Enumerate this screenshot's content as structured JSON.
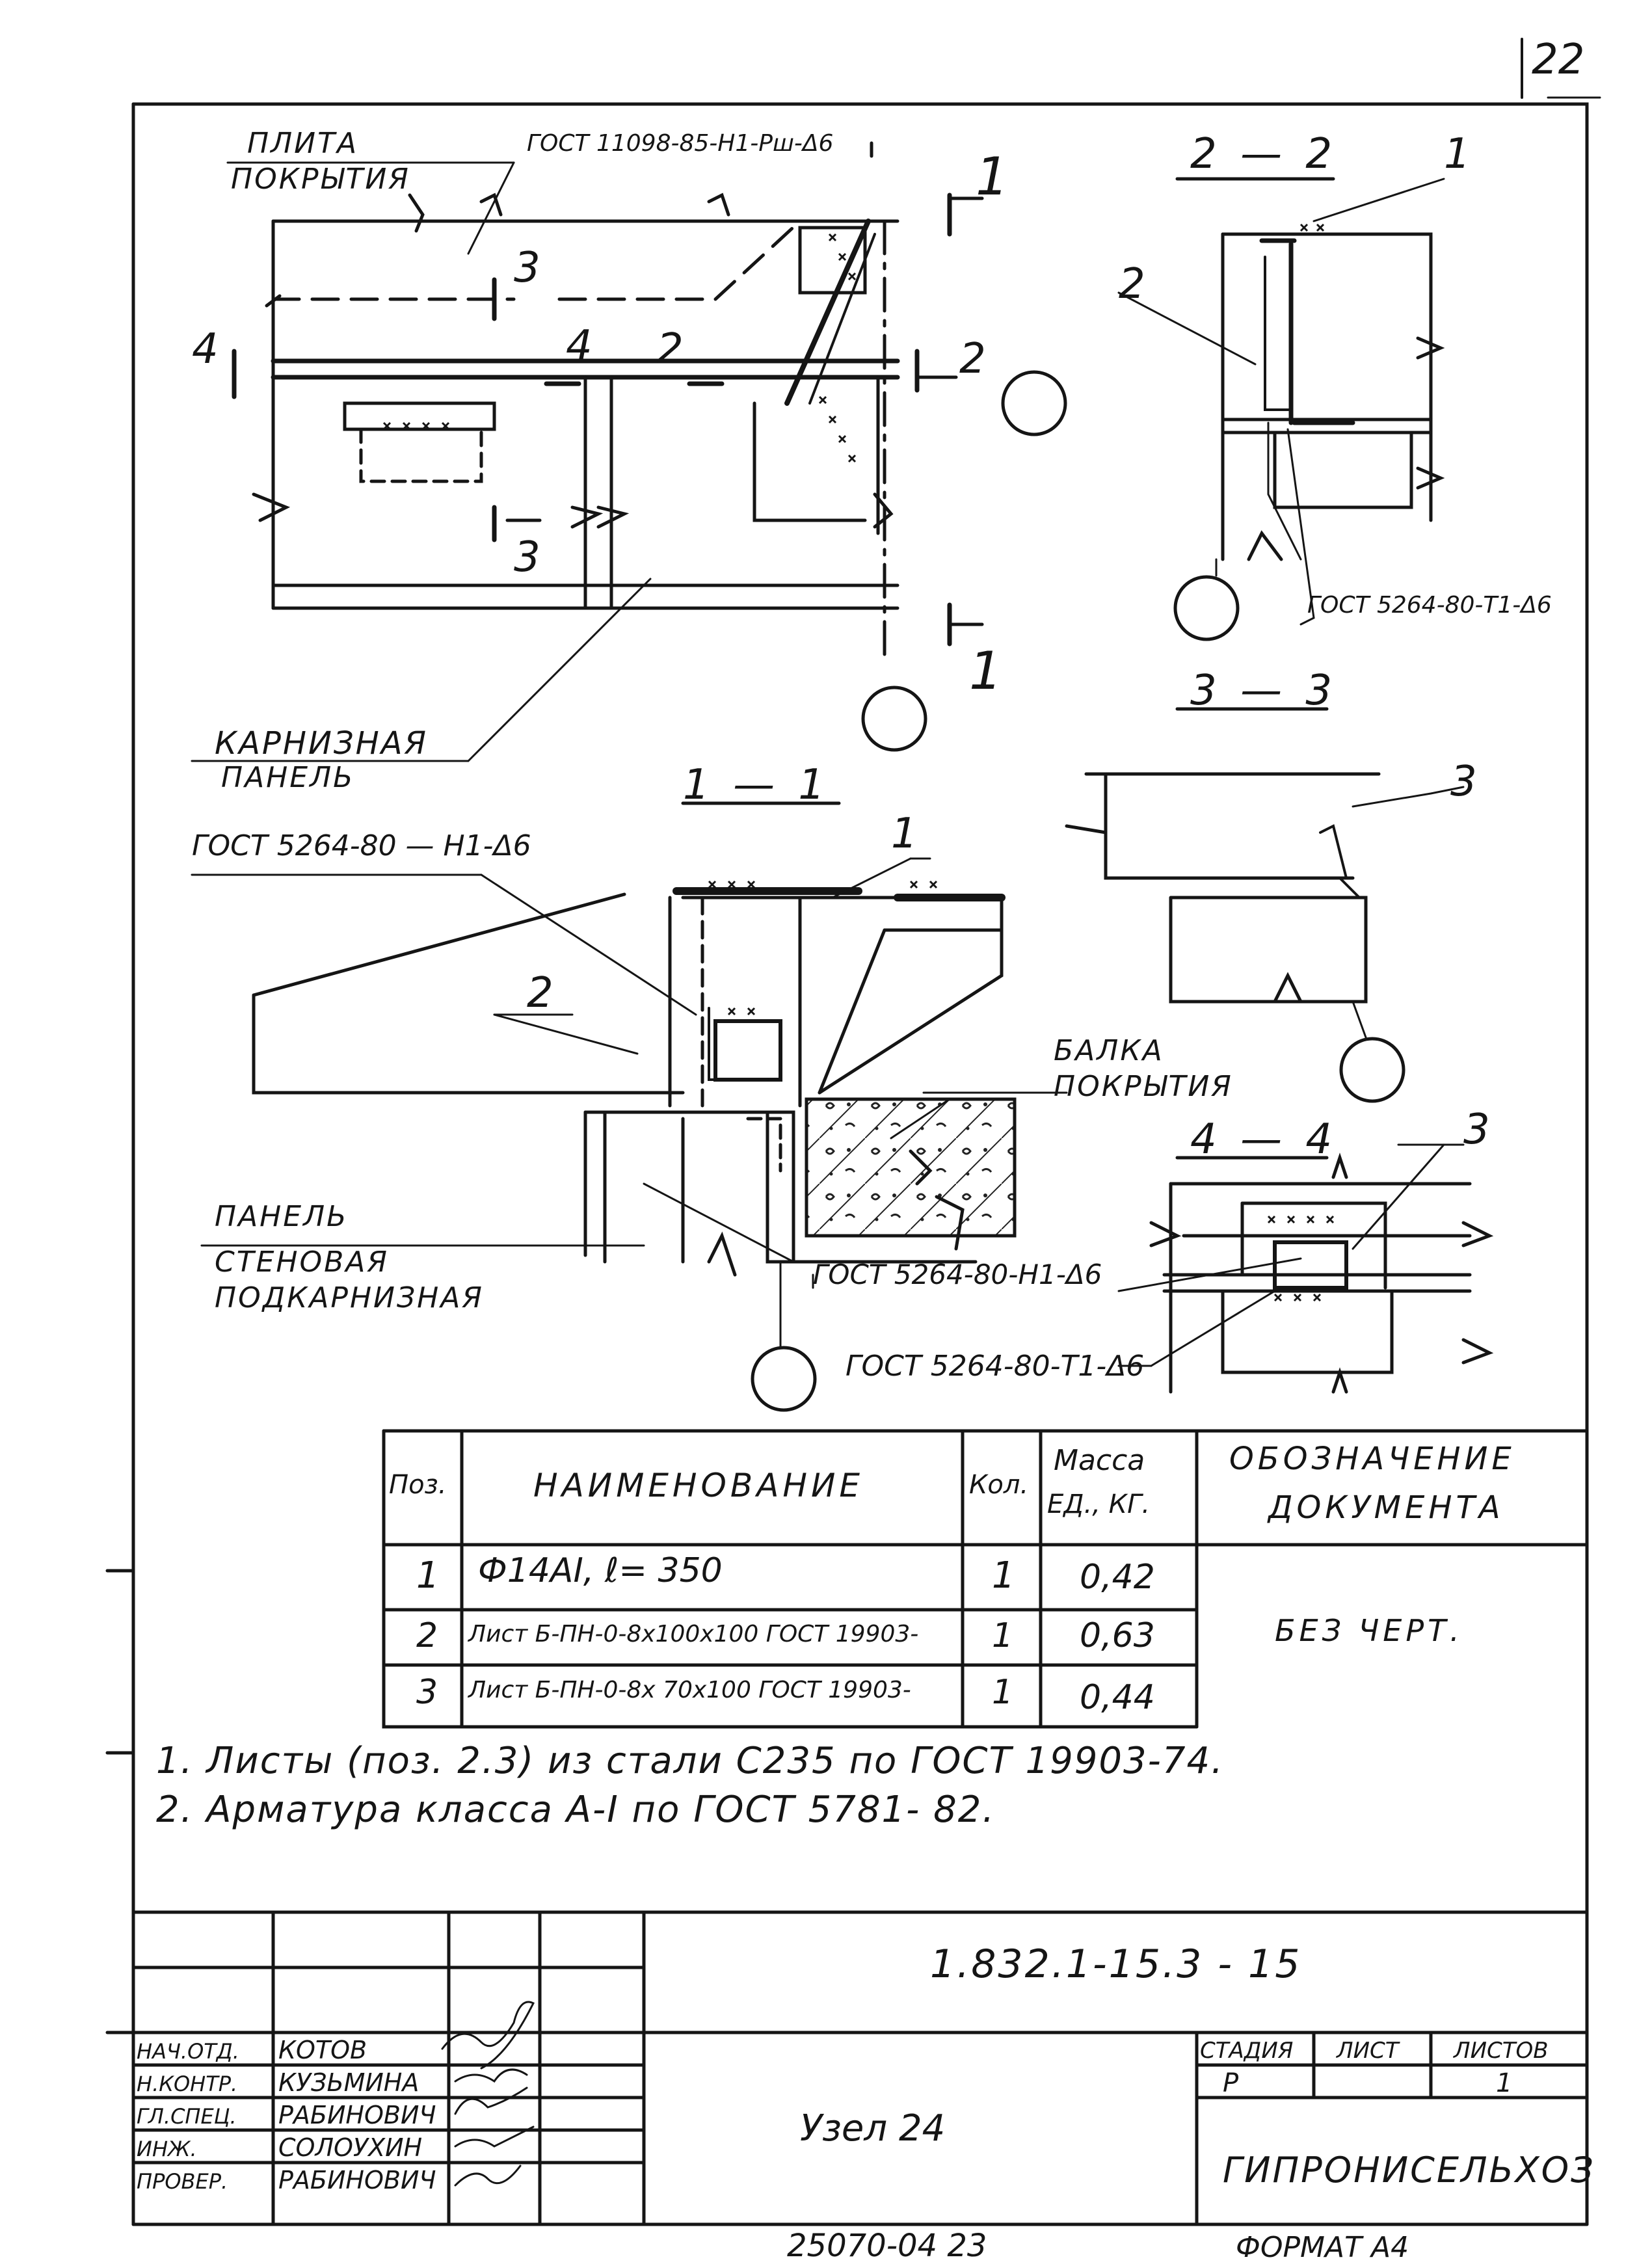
{
  "sheet": {
    "page_number": "22",
    "footer_left": "25070-04   23",
    "footer_right": "ФОРМАТ А4"
  },
  "plan_view": {
    "label_plate_line1": "ПЛИТА",
    "label_plate_line2": "ПОКРЫТИЯ",
    "weld_top": "ГОСТ 11098-85-Н1-Рш-Δ6",
    "label_cornice_line1": "КАРНИЗНАЯ",
    "label_cornice_line2": "ПАНЕЛЬ",
    "marks": {
      "m1_top": "1",
      "m1_bottom": "1",
      "m2": "2",
      "m2b": "2",
      "m3_top": "3",
      "m3_bottom": "3",
      "m4_left": "4",
      "m4b": "4"
    }
  },
  "section_2_2": {
    "title": "2 — 2",
    "pos1": "1",
    "pos2": "2",
    "weld": "ГОСТ 5264-80-Т1-Δ6"
  },
  "section_1_1": {
    "title": "1 — 1",
    "weld_top": "ГОСТ 5264-80 — Н1-Δ6",
    "pos1": "1",
    "pos2": "2",
    "label_beam_line1": "БАЛКА",
    "label_beam_line2": "ПОКРЫТИЯ",
    "label_wall_line1": "ПАНЕЛЬ",
    "label_wall_line2": "СТЕНОВАЯ",
    "label_wall_line3": "ПОДКАРНИЗНАЯ",
    "weld_bottom": "ГОСТ 5264-80-Н1-Δ6"
  },
  "section_3_3": {
    "title": "3 — 3",
    "pos3": "3"
  },
  "section_4_4": {
    "title": "4 — 4",
    "pos3": "3",
    "weld": "ГОСТ 5264-80-Т1-Δ6"
  },
  "spec_table": {
    "headers": {
      "pos": "Поз.",
      "name": "НАИМЕНОВАНИЕ",
      "qty": "Кол.",
      "mass_line1": "Масса",
      "mass_line2": "ЕД., КГ.",
      "doc_line1": "ОБОЗНАЧЕНИЕ",
      "doc_line2": "ДОКУМЕНТА"
    },
    "rows": [
      {
        "pos": "1",
        "name": "Ф14АI, ℓ= 350",
        "qty": "1",
        "mass": "0,42"
      },
      {
        "pos": "2",
        "name": "Лист Б-ПН-0-8х100х100 ГОСТ 19903-",
        "qty": "1",
        "mass": "0,63"
      },
      {
        "pos": "3",
        "name": "Лист Б-ПН-0-8х 70х100 ГОСТ 19903-",
        "qty": "1",
        "mass": "0,44"
      }
    ],
    "doc_value": "БЕЗ  ЧЕРТ."
  },
  "notes": [
    "1. Листы  (поз. 2.3)  из  стали  С235  по  ГОСТ  19903-74.",
    "2. Арматура  класса  А-I  по  ГОСТ  5781- 82."
  ],
  "title_block": {
    "designation": "1.832.1-15.3 - 15",
    "title": "Узел 24",
    "stage_header": "СТАДИЯ",
    "sheet_header": "ЛИСТ",
    "sheets_header": "ЛИСТОВ",
    "stage_value": "Р",
    "sheet_value": "",
    "sheets_value": "1",
    "organization": "ГИПРОНИСЕЛЬХОЗ",
    "signatures": [
      {
        "role": "НАЧ.ОТД.",
        "name": "КОТОВ"
      },
      {
        "role": "Н.КОНТР.",
        "name": "КУЗЬМИНА"
      },
      {
        "role": "ГЛ.СПЕЦ.",
        "name": "РАБИНОВИЧ"
      },
      {
        "role": "ИНЖ.",
        "name": "СОЛОУХИН"
      },
      {
        "role": "ПРОВЕР.",
        "name": "РАБИНОВИЧ"
      }
    ]
  }
}
